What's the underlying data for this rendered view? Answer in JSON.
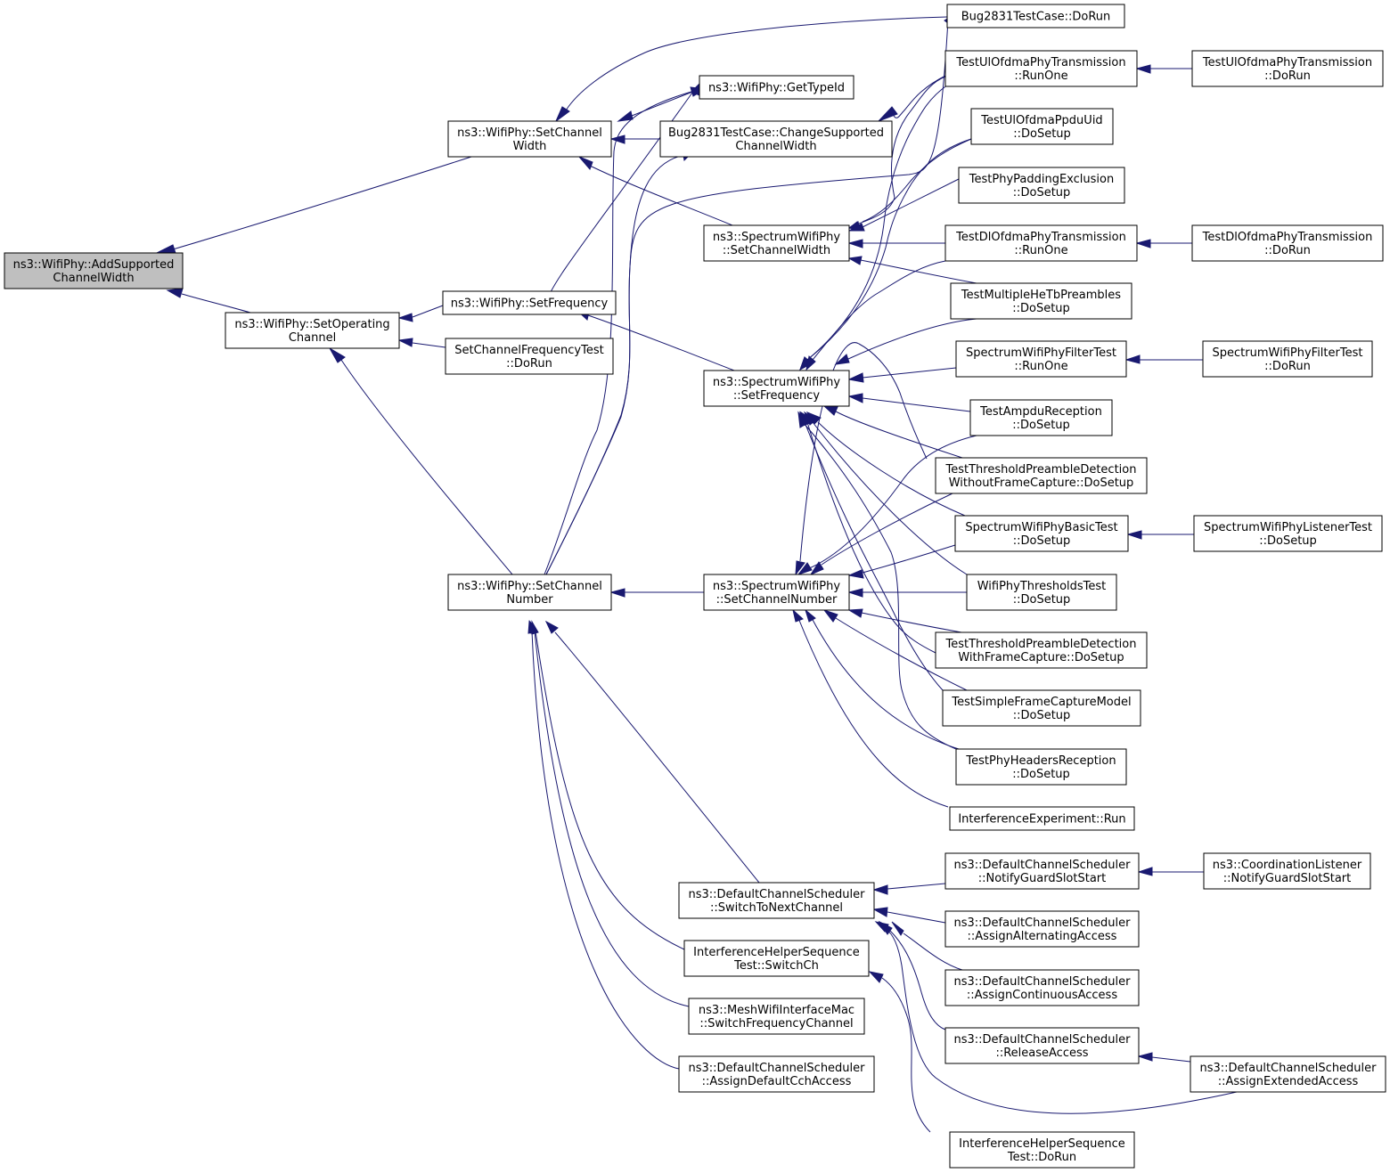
{
  "colors": {
    "edge": "#191970",
    "root_fill": "#bfbfbf",
    "node_fill": "#ffffff",
    "node_border": "#000000"
  },
  "nodes": {
    "add_supported_channel_width": {
      "lines": [
        "ns3::WifiPhy::AddSupported",
        "ChannelWidth"
      ],
      "root": true
    },
    "set_operating_channel": {
      "lines": [
        "ns3::WifiPhy::SetOperating",
        "Channel"
      ]
    },
    "wifiphy_set_channel_width": {
      "lines": [
        "ns3::WifiPhy::SetChannel",
        "Width"
      ]
    },
    "wifiphy_set_frequency": {
      "lines": [
        "ns3::WifiPhy::SetFrequency"
      ]
    },
    "set_channel_frequency_test": {
      "lines": [
        "SetChannelFrequencyTest",
        "::DoRun"
      ]
    },
    "wifiphy_set_channel_number": {
      "lines": [
        "ns3::WifiPhy::SetChannel",
        "Number"
      ]
    },
    "bug2831_do_run": {
      "lines": [
        "Bug2831TestCase::DoRun"
      ]
    },
    "wifiphy_get_type_id": {
      "lines": [
        "ns3::WifiPhy::GetTypeId"
      ]
    },
    "bug2831_change_width": {
      "lines": [
        "Bug2831TestCase::ChangeSupported",
        "ChannelWidth"
      ]
    },
    "spectrum_set_channel_width": {
      "lines": [
        "ns3::SpectrumWifiPhy",
        "::SetChannelWidth"
      ]
    },
    "spectrum_set_frequency": {
      "lines": [
        "ns3::SpectrumWifiPhy",
        "::SetFrequency"
      ]
    },
    "spectrum_set_channel_number": {
      "lines": [
        "ns3::SpectrumWifiPhy",
        "::SetChannelNumber"
      ]
    },
    "dcs_switch_to_next": {
      "lines": [
        "ns3::DefaultChannelScheduler",
        "::SwitchToNextChannel"
      ]
    },
    "ihs_switch_ch": {
      "lines": [
        "InterferenceHelperSequence",
        "Test::SwitchCh"
      ]
    },
    "mesh_switch_freq": {
      "lines": [
        "ns3::MeshWifiInterfaceMac",
        "::SwitchFrequencyChannel"
      ]
    },
    "dcs_assign_default_cch": {
      "lines": [
        "ns3::DefaultChannelScheduler",
        "::AssignDefaultCchAccess"
      ]
    },
    "ul_ofdma_tx_run_one": {
      "lines": [
        "TestUlOfdmaPhyTransmission",
        "::RunOne"
      ]
    },
    "ul_ofdma_ppdu_uid": {
      "lines": [
        "TestUlOfdmaPpduUid",
        "::DoSetup"
      ]
    },
    "phy_padding_exclusion": {
      "lines": [
        "TestPhyPaddingExclusion",
        "::DoSetup"
      ]
    },
    "dl_ofdma_tx_run_one": {
      "lines": [
        "TestDlOfdmaPhyTransmission",
        "::RunOne"
      ]
    },
    "multiple_he_tb": {
      "lines": [
        "TestMultipleHeTbPreambles",
        "::DoSetup"
      ]
    },
    "filter_test_run_one": {
      "lines": [
        "SpectrumWifiPhyFilterTest",
        "::RunOne"
      ]
    },
    "ampdu_reception": {
      "lines": [
        "TestAmpduReception",
        "::DoSetup"
      ]
    },
    "threshold_without_capture": {
      "lines": [
        "TestThresholdPreambleDetection",
        "WithoutFrameCapture::DoSetup"
      ]
    },
    "basic_test_setup": {
      "lines": [
        "SpectrumWifiPhyBasicTest",
        "::DoSetup"
      ]
    },
    "wifi_thresholds_test": {
      "lines": [
        "WifiPhyThresholdsTest",
        "::DoSetup"
      ]
    },
    "threshold_with_capture": {
      "lines": [
        "TestThresholdPreambleDetection",
        "WithFrameCapture::DoSetup"
      ]
    },
    "simple_frame_capture": {
      "lines": [
        "TestSimpleFrameCaptureModel",
        "::DoSetup"
      ]
    },
    "phy_headers_reception": {
      "lines": [
        "TestPhyHeadersReception",
        "::DoSetup"
      ]
    },
    "interference_experiment": {
      "lines": [
        "InterferenceExperiment::Run"
      ]
    },
    "dcs_notify_guard": {
      "lines": [
        "ns3::DefaultChannelScheduler",
        "::NotifyGuardSlotStart"
      ]
    },
    "dcs_assign_alternating": {
      "lines": [
        "ns3::DefaultChannelScheduler",
        "::AssignAlternatingAccess"
      ]
    },
    "dcs_assign_continuous": {
      "lines": [
        "ns3::DefaultChannelScheduler",
        "::AssignContinuousAccess"
      ]
    },
    "dcs_release_access": {
      "lines": [
        "ns3::DefaultChannelScheduler",
        "::ReleaseAccess"
      ]
    },
    "ihs_do_run": {
      "lines": [
        "InterferenceHelperSequence",
        "Test::DoRun"
      ]
    },
    "ul_ofdma_tx_do_run": {
      "lines": [
        "TestUlOfdmaPhyTransmission",
        "::DoRun"
      ]
    },
    "dl_ofdma_tx_do_run": {
      "lines": [
        "TestDlOfdmaPhyTransmission",
        "::DoRun"
      ]
    },
    "filter_test_do_run": {
      "lines": [
        "SpectrumWifiPhyFilterTest",
        "::DoRun"
      ]
    },
    "listener_test_setup": {
      "lines": [
        "SpectrumWifiPhyListenerTest",
        "::DoSetup"
      ]
    },
    "coord_listener_notify": {
      "lines": [
        "ns3::CoordinationListener",
        "::NotifyGuardSlotStart"
      ]
    },
    "dcs_assign_extended": {
      "lines": [
        "ns3::DefaultChannelScheduler",
        "::AssignExtendedAccess"
      ]
    }
  }
}
